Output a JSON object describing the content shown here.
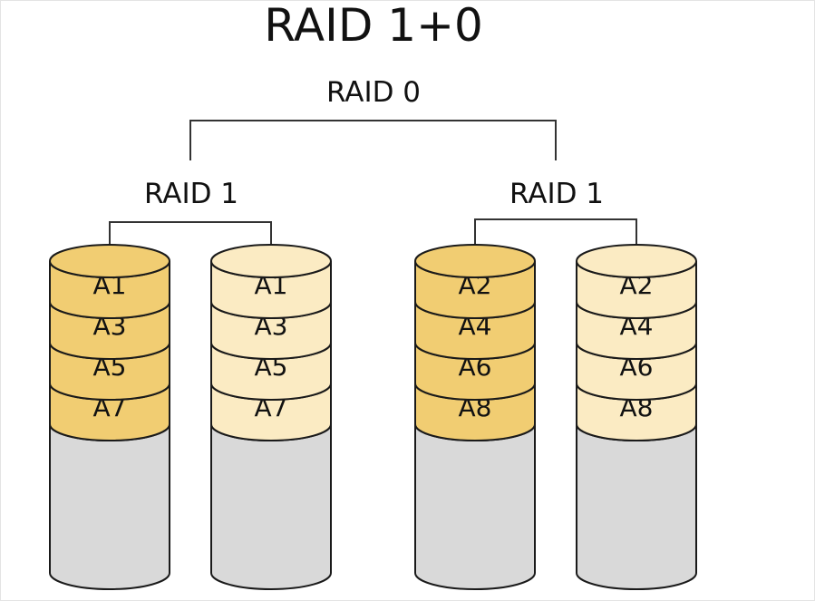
{
  "title": "RAID 1+0",
  "stripe_label": "RAID 0",
  "mirror_groups": [
    {
      "label": "RAID 1",
      "disks": [
        {
          "blocks": [
            "A1",
            "A3",
            "A5",
            "A7"
          ],
          "shade": "dark"
        },
        {
          "blocks": [
            "A1",
            "A3",
            "A5",
            "A7"
          ],
          "shade": "light"
        }
      ]
    },
    {
      "label": "RAID 1",
      "disks": [
        {
          "blocks": [
            "A2",
            "A4",
            "A6",
            "A8"
          ],
          "shade": "dark"
        },
        {
          "blocks": [
            "A2",
            "A4",
            "A6",
            "A8"
          ],
          "shade": "light"
        }
      ]
    }
  ],
  "colors": {
    "block_dark": "#f1cd72",
    "block_light": "#fbebc3",
    "empty": "#d9d9d9",
    "stroke": "#1a1a1a",
    "line": "#333333"
  }
}
